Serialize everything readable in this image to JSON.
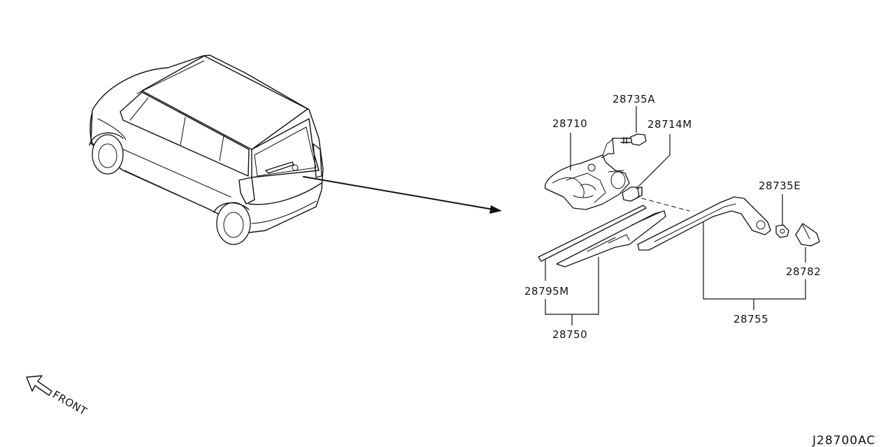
{
  "part_labels": {
    "p28735A": "28735A",
    "p28710": "28710",
    "p28714M": "28714M",
    "p28735E": "28735E",
    "p28782": "28782",
    "p28795M": "28795M",
    "p28750": "28750",
    "p28755": "28755"
  },
  "front_label": "FRONT",
  "diagram_code": "J28700AC"
}
